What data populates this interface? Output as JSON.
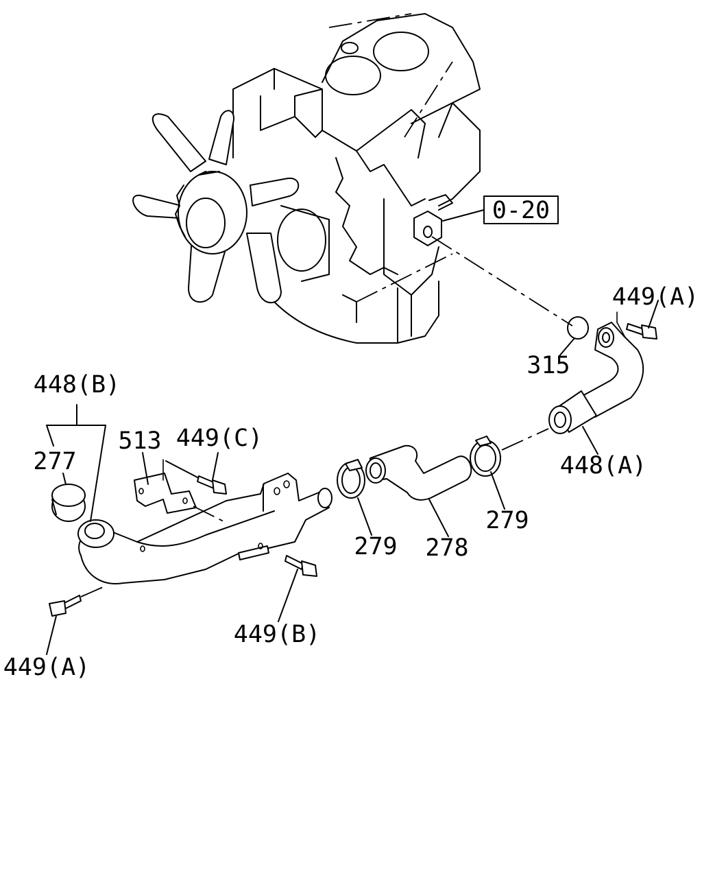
{
  "labels": {
    "ref_box": "0-20",
    "p449a_top": "449(A)",
    "p315": "315",
    "p448a": "448(A)",
    "p279_right": "279",
    "p278": "278",
    "p279_left": "279",
    "p448b": "448(B)",
    "p277": "277",
    "p513": "513",
    "p449c": "449(C)",
    "p449b": "449(B)",
    "p449a_bottom": "449(A)"
  }
}
